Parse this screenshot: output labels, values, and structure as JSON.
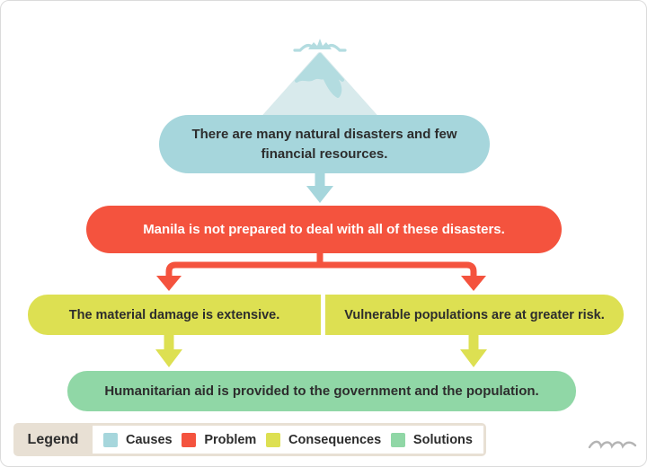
{
  "palette": {
    "causes_blue": "#a6d6dc",
    "problem_red": "#f4533e",
    "consequences_yellow": "#dde052",
    "solutions_green": "#90d7a6",
    "legend_beige": "#e8e0d4",
    "mountain_body": "#d8eaec",
    "mountain_cap": "#b3dce0",
    "text_dark": "#2d2d2d",
    "problem_text_color": "#ffffff"
  },
  "flowchart": {
    "causes": {
      "lines": [
        "There are many natural disasters and few",
        "financial resources."
      ]
    },
    "problem": {
      "text": "Manila is not prepared to deal with all of these disasters."
    },
    "consequences": [
      {
        "text": "The material damage is extensive."
      },
      {
        "text": "Vulnerable populations are at greater risk."
      }
    ],
    "solutions": {
      "text": "Humanitarian aid is provided to the government and the population."
    }
  },
  "legend": {
    "title": "Legend",
    "items": [
      {
        "label": "Causes",
        "color": "#a6d6dc"
      },
      {
        "label": "Problem",
        "color": "#f4533e"
      },
      {
        "label": "Consequences",
        "color": "#dde052"
      },
      {
        "label": "Solutions",
        "color": "#90d7a6"
      }
    ]
  }
}
